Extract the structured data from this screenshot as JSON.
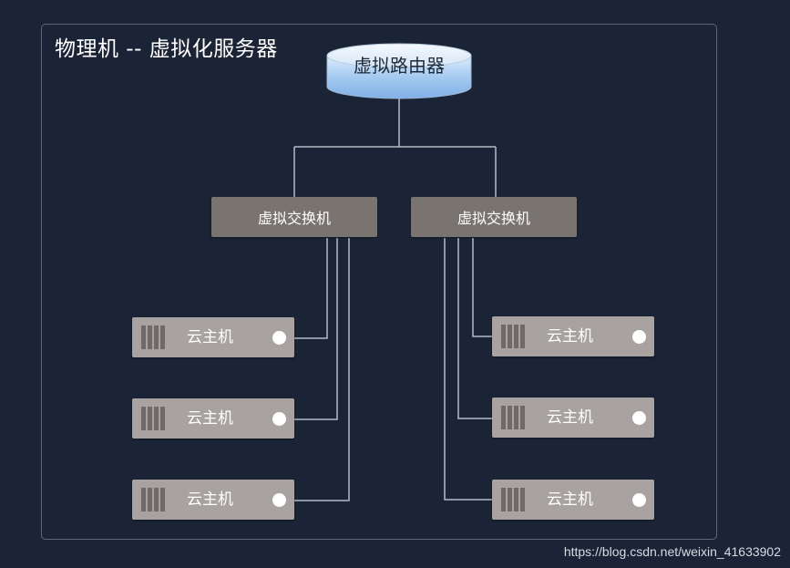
{
  "title": "物理机 -- 虚拟化服务器",
  "router": {
    "label": "虚拟路由器"
  },
  "switches": [
    {
      "label": "虚拟交换机"
    },
    {
      "label": "虚拟交换机"
    }
  ],
  "hosts_left": [
    {
      "label": "云主机"
    },
    {
      "label": "云主机"
    },
    {
      "label": "云主机"
    }
  ],
  "hosts_right": [
    {
      "label": "云主机"
    },
    {
      "label": "云主机"
    },
    {
      "label": "云主机"
    }
  ],
  "watermark": "https://blog.csdn.net/weixin_41633902",
  "colors": {
    "background": "#1b2436",
    "frame_border": "#5f6776",
    "router_fill": "#9cc3ec",
    "switch_fill": "#7a7470",
    "host_fill": "#a8a3a0",
    "wire": "#b5bcc8"
  }
}
